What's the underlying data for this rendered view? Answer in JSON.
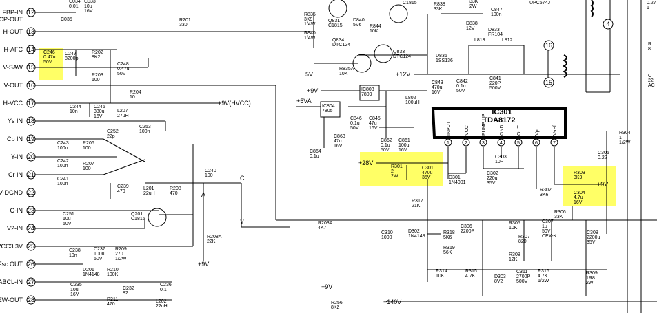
{
  "highlight_color": "#ffff66",
  "left_pins": [
    {
      "num": "12",
      "name": "FBP-IN"
    },
    {
      "num": "",
      "name": "SCP-OUT"
    },
    {
      "num": "13",
      "name": "H-OUT"
    },
    {
      "num": "14",
      "name": "H-AFC"
    },
    {
      "num": "15",
      "name": "V-SAW"
    },
    {
      "num": "16",
      "name": "V-OUT"
    },
    {
      "num": "17",
      "name": "H-VCC"
    },
    {
      "num": "18",
      "name": "Ys IN"
    },
    {
      "num": "19",
      "name": "Cb IN"
    },
    {
      "num": "20",
      "name": "Y-IN"
    },
    {
      "num": "21",
      "name": "Cr IN"
    },
    {
      "num": "22",
      "name": "TV-DGND"
    },
    {
      "num": "23",
      "name": "C-IN"
    },
    {
      "num": "24",
      "name": "V2-IN"
    },
    {
      "num": "25",
      "name": "VCC3.3V"
    },
    {
      "num": "26",
      "name": "Fsc OUT"
    },
    {
      "num": "27",
      "name": "ABCL-IN"
    },
    {
      "num": "28",
      "name": "EW-OUT"
    }
  ],
  "ic301": {
    "ref": "IC301",
    "part": "TDA8172",
    "pins": [
      {
        "num": "1",
        "name": "INPUT"
      },
      {
        "num": "2",
        "name": "VCC"
      },
      {
        "num": "3",
        "name": "PUMP UP"
      },
      {
        "num": "4",
        "name": "GND"
      },
      {
        "num": "5",
        "name": "OUT"
      },
      {
        "num": "6",
        "name": "Vp"
      },
      {
        "num": "7",
        "name": "V-ref"
      }
    ]
  },
  "rails": {
    "hvcc": "+9V(HVCC)",
    "p28": "+28V",
    "p9_right": "+9V",
    "p9_a": "+9V",
    "p9_b": "+9V",
    "p9_c": "+9V",
    "p12": "+12V",
    "p5": "5V",
    "p5va": "+5VA",
    "p140": "+140V",
    "sig_c": "C",
    "sig_y": "Y",
    "sig_a": "A"
  },
  "components": [
    {
      "id": "c034",
      "lines": [
        "C034",
        "0.01"
      ]
    },
    {
      "id": "c033",
      "lines": [
        "C033",
        "10u",
        "16V"
      ]
    },
    {
      "id": "c035",
      "lines": [
        "C035"
      ]
    },
    {
      "id": "r201",
      "lines": [
        "R201",
        "330"
      ]
    },
    {
      "id": "c246",
      "lines": [
        "C246",
        "0.47u",
        "50V"
      ]
    },
    {
      "id": "c247",
      "lines": [
        "C247",
        "8200p"
      ]
    },
    {
      "id": "r202",
      "lines": [
        "R202",
        "8K2"
      ]
    },
    {
      "id": "c248",
      "lines": [
        "C248",
        "0.47u",
        "50V"
      ]
    },
    {
      "id": "r203",
      "lines": [
        "R203",
        "100"
      ]
    },
    {
      "id": "r204",
      "lines": [
        "R204",
        "10"
      ]
    },
    {
      "id": "c244",
      "lines": [
        "C244",
        "10n"
      ]
    },
    {
      "id": "c245",
      "lines": [
        "C245",
        "330u",
        "16V"
      ]
    },
    {
      "id": "l207",
      "lines": [
        "L207",
        "27uH"
      ]
    },
    {
      "id": "c252",
      "lines": [
        "C252",
        "22p"
      ]
    },
    {
      "id": "c253",
      "lines": [
        "C253",
        "100n"
      ]
    },
    {
      "id": "c243",
      "lines": [
        "C243",
        "100n"
      ]
    },
    {
      "id": "r206",
      "lines": [
        "R206",
        "100"
      ]
    },
    {
      "id": "c242",
      "lines": [
        "C242",
        "100n"
      ]
    },
    {
      "id": "r207",
      "lines": [
        "R207",
        "100"
      ]
    },
    {
      "id": "c241",
      "lines": [
        "C241",
        "100n"
      ]
    },
    {
      "id": "c239",
      "lines": [
        "C239",
        "470"
      ]
    },
    {
      "id": "l201",
      "lines": [
        "L201",
        "22uH"
      ]
    },
    {
      "id": "r208",
      "lines": [
        "R208",
        "470"
      ]
    },
    {
      "id": "c240",
      "lines": [
        "C240",
        "100"
      ]
    },
    {
      "id": "c251",
      "lines": [
        "C251",
        "10u",
        "50V"
      ]
    },
    {
      "id": "q201",
      "lines": [
        "Q201",
        "C1815"
      ]
    },
    {
      "id": "r208a",
      "lines": [
        "R208A",
        "22K"
      ]
    },
    {
      "id": "c238",
      "lines": [
        "C238",
        "10n"
      ]
    },
    {
      "id": "c237",
      "lines": [
        "C237",
        "100u",
        "50V"
      ]
    },
    {
      "id": "r209",
      "lines": [
        "R209",
        "270",
        "1/2W"
      ]
    },
    {
      "id": "d201",
      "lines": [
        "D201",
        "1N4148"
      ]
    },
    {
      "id": "r210",
      "lines": [
        "R210",
        "100K"
      ]
    },
    {
      "id": "c235",
      "lines": [
        "C235",
        "10u",
        "16V"
      ]
    },
    {
      "id": "c232",
      "lines": [
        "C232",
        "82"
      ]
    },
    {
      "id": "c236",
      "lines": [
        "C236",
        "0.1"
      ]
    },
    {
      "id": "r211",
      "lines": [
        "R211",
        "470"
      ]
    },
    {
      "id": "l202",
      "lines": [
        "L202",
        "22uH"
      ]
    },
    {
      "id": "r835",
      "lines": [
        "R835",
        "3K9",
        "1/4W"
      ]
    },
    {
      "id": "r840",
      "lines": [
        "R840",
        "1/4W"
      ]
    },
    {
      "id": "q831",
      "lines": [
        "Q831",
        "C1815"
      ]
    },
    {
      "id": "d840",
      "lines": [
        "D840",
        "5V6"
      ]
    },
    {
      "id": "r844",
      "lines": [
        "R844",
        "10K"
      ]
    },
    {
      "id": "c1815",
      "lines": [
        "C1815"
      ]
    },
    {
      "id": "r838",
      "lines": [
        "R838",
        "33K"
      ]
    },
    {
      "id": "r33k",
      "lines": [
        "33K",
        "2W"
      ]
    },
    {
      "id": "c847",
      "lines": [
        "C847",
        "100n"
      ]
    },
    {
      "id": "d838",
      "lines": [
        "D838",
        "12V"
      ]
    },
    {
      "id": "upc",
      "lines": [
        "UPC574J"
      ]
    },
    {
      "id": "q834",
      "lines": [
        "Q834",
        "DTC124"
      ]
    },
    {
      "id": "q833",
      "lines": [
        "Q833",
        "DTC124"
      ]
    },
    {
      "id": "d836",
      "lines": [
        "D836",
        "1SS136"
      ]
    },
    {
      "id": "d833",
      "lines": [
        "D833",
        "FR104"
      ]
    },
    {
      "id": "l813",
      "lines": [
        "L813"
      ]
    },
    {
      "id": "l812",
      "lines": [
        "L812"
      ]
    },
    {
      "id": "r835a",
      "lines": [
        "R835A",
        "10K"
      ]
    },
    {
      "id": "c843",
      "lines": [
        "C843",
        "470u",
        "16V"
      ]
    },
    {
      "id": "c842",
      "lines": [
        "C842",
        "0.1u",
        "50V"
      ]
    },
    {
      "id": "c841",
      "lines": [
        "C841",
        "220P",
        "500V"
      ]
    },
    {
      "id": "ic803",
      "lines": [
        "IC803",
        "7809"
      ]
    },
    {
      "id": "l802",
      "lines": [
        "L802",
        "100uH"
      ]
    },
    {
      "id": "ic804",
      "lines": [
        "IC804",
        "7805"
      ]
    },
    {
      "id": "c846",
      "lines": [
        "C846",
        "0.1u",
        "50V"
      ]
    },
    {
      "id": "c845",
      "lines": [
        "C845",
        "47u",
        "16V"
      ]
    },
    {
      "id": "c863",
      "lines": [
        "C863",
        "47u",
        "16V"
      ]
    },
    {
      "id": "c864",
      "lines": [
        "C864",
        "0.1u"
      ]
    },
    {
      "id": "c862",
      "lines": [
        "C862",
        "0.1u",
        "50V"
      ]
    },
    {
      "id": "c861",
      "lines": [
        "C861",
        "100u",
        "16V"
      ]
    },
    {
      "id": "r301",
      "lines": [
        "R301",
        "2",
        "2W"
      ]
    },
    {
      "id": "c301",
      "lines": [
        "C301",
        "470u",
        "35V"
      ]
    },
    {
      "id": "d301",
      "lines": [
        "D301",
        "1N4001"
      ]
    },
    {
      "id": "c303",
      "lines": [
        "C303",
        "10P"
      ]
    },
    {
      "id": "c302",
      "lines": [
        "C302",
        "220u",
        "35V"
      ]
    },
    {
      "id": "r303",
      "lines": [
        "R303",
        "3K9"
      ]
    },
    {
      "id": "c304",
      "lines": [
        "C304",
        "4.7u",
        "16V"
      ]
    },
    {
      "id": "r302",
      "lines": [
        "R302",
        "3K6"
      ]
    },
    {
      "id": "r306",
      "lines": [
        "R306",
        "33K"
      ]
    },
    {
      "id": "r304",
      "lines": [
        "R304",
        "1",
        "1/2W"
      ]
    },
    {
      "id": "c305",
      "lines": [
        "C305",
        "0.22"
      ]
    },
    {
      "id": "r317",
      "lines": [
        "R317",
        "21K"
      ]
    },
    {
      "id": "r203a",
      "lines": [
        "R203A",
        "4K7"
      ]
    },
    {
      "id": "c310",
      "lines": [
        "C310",
        "1000"
      ]
    },
    {
      "id": "d302",
      "lines": [
        "D302",
        "1N4148"
      ]
    },
    {
      "id": "r318",
      "lines": [
        "R318",
        "5K6"
      ]
    },
    {
      "id": "r319",
      "lines": [
        "R319",
        "56K"
      ]
    },
    {
      "id": "c306",
      "lines": [
        "C306",
        "2200P"
      ]
    },
    {
      "id": "r305",
      "lines": [
        "R305",
        "10K"
      ]
    },
    {
      "id": "c307",
      "lines": [
        "C307",
        "1u",
        "50V",
        "CEX-K"
      ]
    },
    {
      "id": "c308",
      "lines": [
        "C308",
        "2200u",
        "35V"
      ]
    },
    {
      "id": "r307",
      "lines": [
        "R307",
        "820"
      ]
    },
    {
      "id": "r308",
      "lines": [
        "R308",
        "12K"
      ]
    },
    {
      "id": "r314",
      "lines": [
        "R314",
        "10K"
      ]
    },
    {
      "id": "r315",
      "lines": [
        "R315",
        "4.7K"
      ]
    },
    {
      "id": "d303",
      "lines": [
        "D303",
        "8V2"
      ]
    },
    {
      "id": "c311",
      "lines": [
        "C311",
        "2700P",
        "500V"
      ]
    },
    {
      "id": "r316",
      "lines": [
        "R316",
        "4.7K",
        "1/2W"
      ]
    },
    {
      "id": "r309",
      "lines": [
        "R309",
        "1R8",
        "2W"
      ]
    },
    {
      "id": "r256",
      "lines": [
        "R256",
        "8K2"
      ]
    },
    {
      "id": "rr1",
      "lines": [
        "0.27",
        "1"
      ]
    },
    {
      "id": "rr2",
      "lines": [
        "R",
        "8"
      ]
    },
    {
      "id": "rr3",
      "lines": [
        "C",
        "22",
        "AC"
      ]
    }
  ]
}
